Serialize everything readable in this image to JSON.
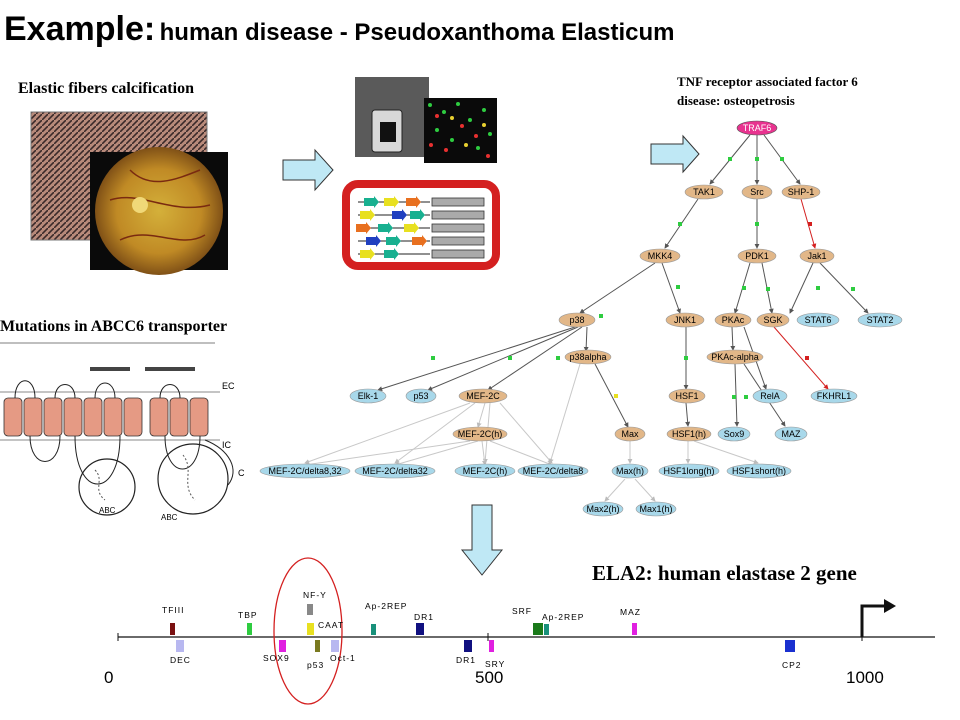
{
  "title": {
    "bold": "Example:",
    "rest": "human disease - Pseudoxanthoma Elasticum"
  },
  "labels": {
    "elastic": "Elastic fibers calcification",
    "mutations": "Mutations in ABCC6 transporter",
    "traf_line1": "TNF receptor associated factor 6",
    "traf_line2": "disease: osteopetrosis",
    "ela2": "ELA2: human elastase 2 gene"
  },
  "membrane": {
    "ec": "EC",
    "ic": "IC",
    "c": "C",
    "abc1": "ABC",
    "abc2": "ABC"
  },
  "pathway_nodes": {
    "traf6": "TRAF6",
    "tak1": "TAK1",
    "src": "Src",
    "shp1": "SHP-1",
    "mkk4": "MKK4",
    "pdk1": "PDK1",
    "jak1": "Jak1",
    "p38": "p38",
    "jnk1": "JNK1",
    "pkac": "PKAc",
    "sgk": "SGK",
    "stat6": "STAT6",
    "stat2": "STAT2",
    "p38alpha": "p38alpha",
    "pkacalpha": "PKAc-alpha",
    "elk1": "Elk-1",
    "p53": "p53",
    "mef2c": "MEF-2C",
    "hsf1": "HSF1",
    "rela": "RelA",
    "fkhrl1": "FKHRL1",
    "mef2ch": "MEF-2C(h)",
    "max": "Max",
    "hsf1h": "HSF1(h)",
    "sox9": "Sox9",
    "maz": "MAZ",
    "mef2c_d832": "MEF-2C/delta8,32",
    "mef2c_d32": "MEF-2C/delta32",
    "mef2ch2": "MEF-2C(h)",
    "mef2c_d8": "MEF-2C/delta8",
    "maxh": "Max(h)",
    "hsf1long": "HSF1long(h)",
    "hsf1short": "HSF1short(h)",
    "max2h": "Max2(h)",
    "max1h": "Max1(h)"
  },
  "gene_map": {
    "axis_ticks": [
      "0",
      "500",
      "1000"
    ],
    "sites": {
      "tfiii": "TFIII",
      "tbp": "TBP",
      "nfy": "NF-Y",
      "caat": "CAAT",
      "ap2rep1": "Ap-2REP",
      "dr1_top": "DR1",
      "srf": "SRF",
      "ap2rep2": "Ap-2REP",
      "maz": "MAZ",
      "dec": "DEC",
      "sox9": "SOX9",
      "p53": "p53",
      "oct1": "Oct-1",
      "dr1_bot": "DR1",
      "sry": "SRY",
      "cp2": "CP2"
    }
  },
  "colors": {
    "node_fill": "#e2b788",
    "leaf_fill": "#a8d8ea",
    "traf6_fill": "#e8338f",
    "gene_frame": "#d42020",
    "arrow_fill": "#bfe8f5",
    "inhibit": "#d42020"
  }
}
